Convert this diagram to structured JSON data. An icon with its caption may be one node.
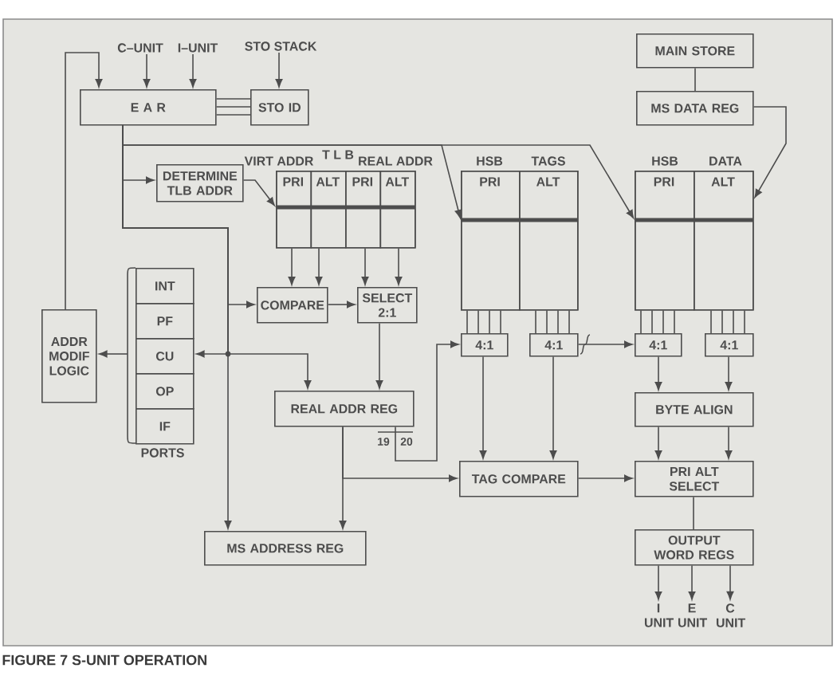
{
  "diagram": {
    "caption": "FIGURE 7 S-UNIT OPERATION",
    "nodes": [
      {
        "text": [
          "C–UNIT"
        ]
      },
      {
        "text": [
          "I–UNIT"
        ]
      },
      {
        "text": [
          "STO STACK"
        ]
      },
      {
        "text": [
          "MAIN STORE"
        ]
      },
      {
        "text": [
          "E A R"
        ]
      },
      {
        "text": [
          "STO ID"
        ]
      },
      {
        "text": [
          "MS DATA REG"
        ]
      },
      {
        "text": [
          "DETERMINE TLB ADDR"
        ]
      },
      {
        "text": [
          "VIRT ADDR",
          "T L B",
          "REAL ADDR"
        ]
      },
      {
        "text": [
          "PRI"
        ],
        "in": 8
      },
      {
        "text": [
          "ALT"
        ],
        "in": 8
      },
      {
        "text": [
          "PRI"
        ],
        "in": 8
      },
      {
        "text": [
          "ALT"
        ],
        "in": 8
      },
      {
        "text": [
          "HSB",
          "TAGS"
        ]
      },
      {
        "text": [
          "PRI"
        ],
        "in": 13
      },
      {
        "text": [
          "ALT"
        ],
        "in": 13
      },
      {
        "text": [
          "HSB",
          "DATA"
        ]
      },
      {
        "text": [
          "PRI"
        ],
        "in": 16
      },
      {
        "text": [
          "ALT"
        ],
        "in": 16
      },
      {
        "text": [
          "PORTS"
        ]
      },
      {
        "text": [
          "INT"
        ],
        "in": 19
      },
      {
        "text": [
          "PF"
        ],
        "in": 19
      },
      {
        "text": [
          "CU"
        ],
        "in": 19
      },
      {
        "text": [
          "OP"
        ],
        "in": 19
      },
      {
        "text": [
          "IF"
        ],
        "in": 19
      },
      {
        "text": [
          "ADDR MODIF LOGIC"
        ]
      },
      {
        "text": [
          "COMPARE"
        ]
      },
      {
        "text": [
          "SELECT 2:1"
        ]
      },
      {
        "text": [
          "4:1"
        ]
      },
      {
        "text": [
          "4:1"
        ]
      },
      {
        "text": [
          "4:1"
        ]
      },
      {
        "text": [
          "4:1"
        ]
      },
      {
        "text": [
          "REAL ADDR REG"
        ],
        "beside": [
          "19",
          "20"
        ]
      },
      {
        "text": [
          "BYTE ALIGN"
        ]
      },
      {
        "text": [
          "TAG COMPARE"
        ]
      },
      {
        "text": [
          "PRI ALT SELECT"
        ]
      },
      {
        "text": [
          "MS ADDRESS REG"
        ]
      },
      {
        "text": [
          "OUTPUT WORD REGS"
        ]
      },
      {
        "text": [
          "I UNIT"
        ]
      },
      {
        "text": [
          "E UNIT"
        ]
      },
      {
        "text": [
          "C UNIT"
        ]
      },
      {
        "text": [],
        "shape": "bar",
        "in": 8
      },
      {
        "text": [],
        "shape": "bar",
        "in": 13
      },
      {
        "text": [],
        "shape": "bar",
        "in": 16
      }
    ],
    "edges": [
      {
        "from": 0,
        "to": 4,
        "arrow": "to"
      },
      {
        "from": 1,
        "to": 4,
        "arrow": "to"
      },
      {
        "from": 2,
        "to": 5,
        "arrow": "to"
      },
      {
        "from": 4,
        "to": 5,
        "arrow": "none"
      },
      {
        "from": 4,
        "to": 5,
        "arrow": "none"
      },
      {
        "from": 4,
        "to": 5,
        "arrow": "none"
      },
      {
        "from": 3,
        "to": 6,
        "arrow": "none"
      },
      {
        "from": 6,
        "to": 16,
        "arrow": "to"
      },
      {
        "from": 25,
        "to": 4,
        "arrow": "to"
      },
      {
        "from": 4,
        "to": 7,
        "arrow": "to"
      },
      {
        "from": 4,
        "to": 42,
        "arrow": "to"
      },
      {
        "from": 4,
        "to": 43,
        "arrow": "to"
      },
      {
        "from": 4,
        "to": 26,
        "arrow": "to"
      },
      {
        "from": 4,
        "to": 22,
        "arrow": "to"
      },
      {
        "from": 4,
        "to": 32,
        "arrow": "to"
      },
      {
        "from": 4,
        "to": 36,
        "arrow": "to"
      },
      {
        "from": 7,
        "to": 41,
        "arrow": "to"
      },
      {
        "from": 9,
        "to": 26,
        "arrow": "to"
      },
      {
        "from": 10,
        "to": 26,
        "arrow": "to"
      },
      {
        "from": 11,
        "to": 27,
        "arrow": "to"
      },
      {
        "from": 12,
        "to": 27,
        "arrow": "to"
      },
      {
        "from": 26,
        "to": 27,
        "arrow": "to"
      },
      {
        "from": 19,
        "to": 25,
        "arrow": "to"
      },
      {
        "from": 27,
        "to": 32,
        "arrow": "to"
      },
      {
        "from": 14,
        "to": 28,
        "arrow": "none"
      },
      {
        "from": 14,
        "to": 28,
        "arrow": "none"
      },
      {
        "from": 14,
        "to": 28,
        "arrow": "none"
      },
      {
        "from": 14,
        "to": 28,
        "arrow": "none"
      },
      {
        "from": 15,
        "to": 29,
        "arrow": "none"
      },
      {
        "from": 15,
        "to": 29,
        "arrow": "none"
      },
      {
        "from": 15,
        "to": 29,
        "arrow": "none"
      },
      {
        "from": 15,
        "to": 29,
        "arrow": "none"
      },
      {
        "from": 17,
        "to": 30,
        "arrow": "none"
      },
      {
        "from": 17,
        "to": 30,
        "arrow": "none"
      },
      {
        "from": 17,
        "to": 30,
        "arrow": "none"
      },
      {
        "from": 17,
        "to": 30,
        "arrow": "none"
      },
      {
        "from": 18,
        "to": 31,
        "arrow": "none"
      },
      {
        "from": 18,
        "to": 31,
        "arrow": "none"
      },
      {
        "from": 18,
        "to": 31,
        "arrow": "none"
      },
      {
        "from": 18,
        "to": 31,
        "arrow": "none"
      },
      {
        "from": 32,
        "to": 28,
        "arrow": "to"
      },
      {
        "from": 29,
        "to": 30,
        "arrow": "to"
      },
      {
        "from": 28,
        "to": 34,
        "arrow": "to"
      },
      {
        "from": 29,
        "to": 34,
        "arrow": "to"
      },
      {
        "from": 30,
        "to": 33,
        "arrow": "to"
      },
      {
        "from": 31,
        "to": 33,
        "arrow": "to"
      },
      {
        "from": 33,
        "to": 35,
        "arrow": "to"
      },
      {
        "from": 33,
        "to": 35,
        "arrow": "to"
      },
      {
        "from": 32,
        "to": 36,
        "arrow": "to"
      },
      {
        "from": 32,
        "to": 34,
        "arrow": "to"
      },
      {
        "from": 34,
        "to": 35,
        "arrow": "to"
      },
      {
        "from": 35,
        "to": 37,
        "arrow": "none"
      },
      {
        "from": 37,
        "to": 38,
        "arrow": "to"
      },
      {
        "from": 37,
        "to": 39,
        "arrow": "to"
      },
      {
        "from": 37,
        "to": 40,
        "arrow": "to"
      }
    ]
  }
}
